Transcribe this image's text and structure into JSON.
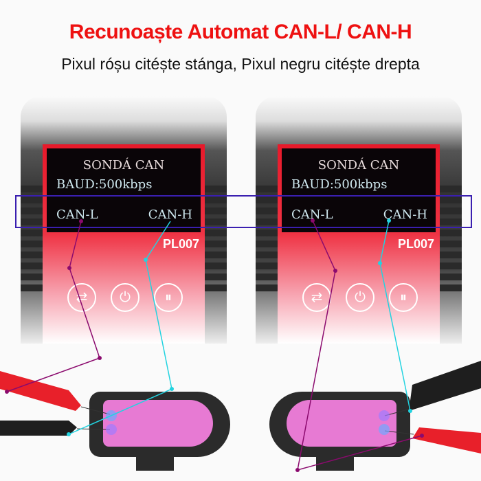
{
  "header": {
    "title": "Recunoaște Automat CAN-L/ CAN-H",
    "subtitle": "Pixul róșu citéște stánga, Pixul negru citéște drepta"
  },
  "devices": [
    {
      "screen_title": "SONDÁ CAN",
      "baud": "BAUD:500kbps",
      "left_label": "CAN-L",
      "right_label": "CAN-H",
      "model": "PL007"
    },
    {
      "screen_title": "SONDÁ CAN",
      "baud": "BAUD:500kbps",
      "left_label": "CAN-L",
      "right_label": "CAN-H",
      "model": "PL007"
    }
  ],
  "buttons": [
    {
      "icon": "switch-icon",
      "glyph": "⇄"
    },
    {
      "icon": "power-icon",
      "glyph": "⏻"
    },
    {
      "icon": "pause-icon",
      "glyph": "⏸"
    }
  ],
  "colors": {
    "title": "#ee1111",
    "can_l_line": "#8b0a6e",
    "can_h_line": "#22d3e0",
    "highlight": "#3a1fb0",
    "connector_pins": "#e77ad3"
  }
}
